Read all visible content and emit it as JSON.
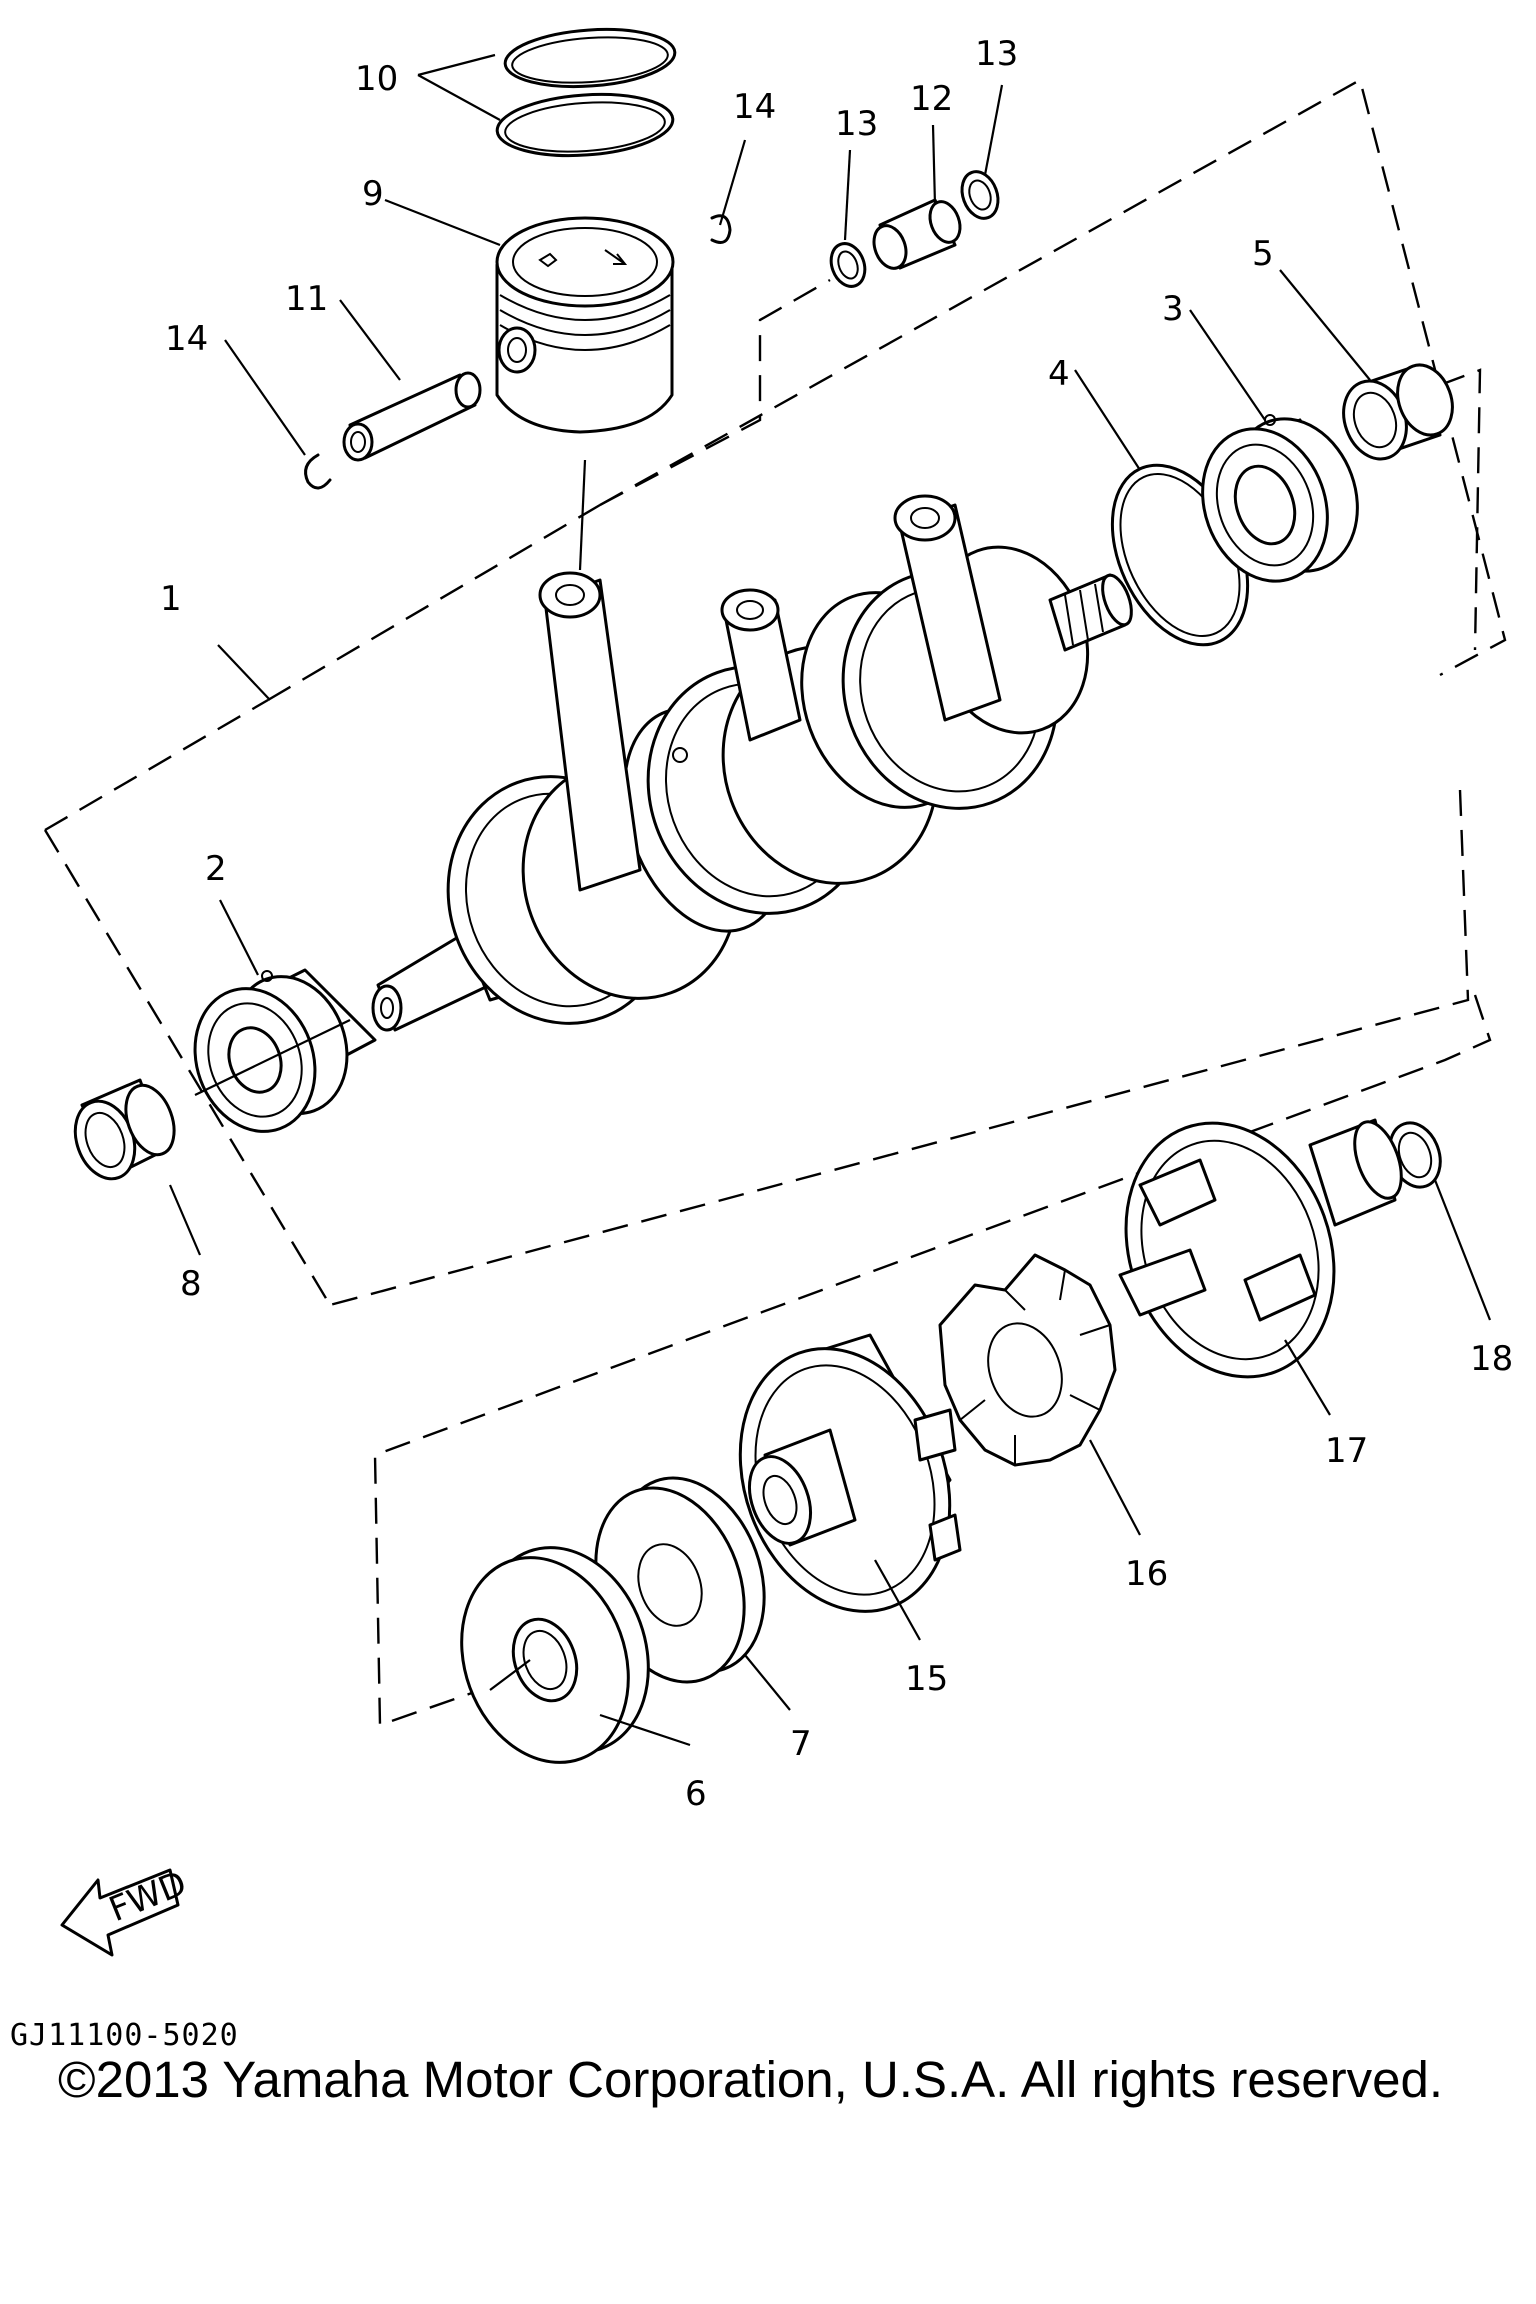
{
  "callouts": [
    "1",
    "2",
    "3",
    "4",
    "5",
    "6",
    "7",
    "8",
    "9",
    "10",
    "11",
    "12",
    "13",
    "13",
    "14",
    "14",
    "15",
    "16",
    "17",
    "18"
  ],
  "fwd_label": "FWD",
  "drawing_code": "GJ11100-5020",
  "copyright": "©2013 Yamaha Motor Corporation, U.S.A. All rights reserved."
}
